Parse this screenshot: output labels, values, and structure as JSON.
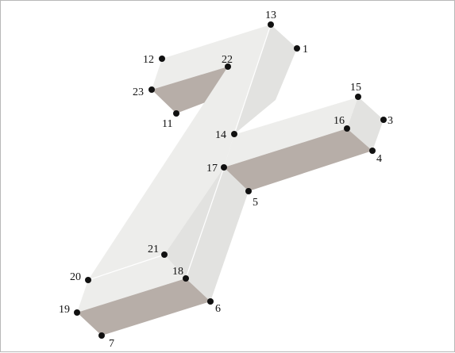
{
  "points": [
    {
      "id": "p1",
      "label": "1"
    },
    {
      "id": "p3",
      "label": "3"
    },
    {
      "id": "p4",
      "label": "4"
    },
    {
      "id": "p5",
      "label": "5"
    },
    {
      "id": "p6",
      "label": "6"
    },
    {
      "id": "p7",
      "label": "7"
    },
    {
      "id": "p11",
      "label": "11"
    },
    {
      "id": "p12",
      "label": "12"
    },
    {
      "id": "p13",
      "label": "13"
    },
    {
      "id": "p14",
      "label": "14"
    },
    {
      "id": "p15",
      "label": "15"
    },
    {
      "id": "p16",
      "label": "16"
    },
    {
      "id": "p17",
      "label": "17"
    },
    {
      "id": "p18",
      "label": "18"
    },
    {
      "id": "p19",
      "label": "19"
    },
    {
      "id": "p20",
      "label": "20"
    },
    {
      "id": "p21",
      "label": "21"
    },
    {
      "id": "p22",
      "label": "22"
    },
    {
      "id": "p23",
      "label": "23"
    }
  ],
  "colors": {
    "light_face": "#ededeb",
    "mid_face": "#e2e2e0",
    "shadow_face": "#b7aea8",
    "marker": "#111111"
  }
}
